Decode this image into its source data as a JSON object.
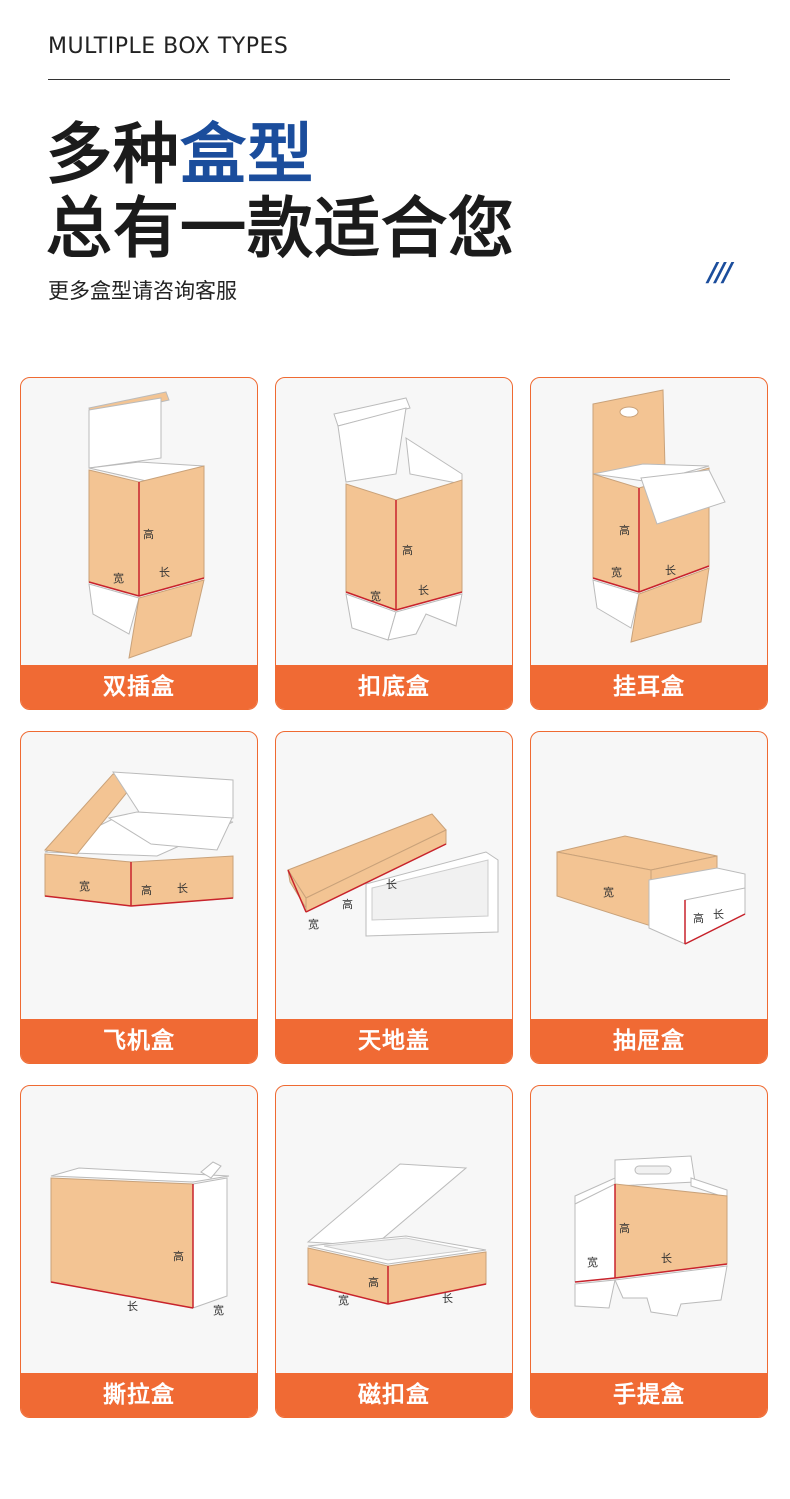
{
  "header": {
    "kicker": "MULTIPLE BOX TYPES",
    "headline_line1_part1": "多种",
    "headline_line1_accent": "盒型",
    "headline_line2": "总有一款适合您",
    "subline": "更多盒型请咨询客服",
    "decor": "///"
  },
  "dimension_labels": {
    "height": "高",
    "width": "宽",
    "length": "长"
  },
  "boxes": [
    {
      "label": "双插盒"
    },
    {
      "label": "扣底盒"
    },
    {
      "label": "挂耳盒"
    },
    {
      "label": "飞机盒"
    },
    {
      "label": "天地盖"
    },
    {
      "label": "抽屉盒"
    },
    {
      "label": "撕拉盒"
    },
    {
      "label": "磁扣盒"
    },
    {
      "label": "手提盒"
    }
  ],
  "colors": {
    "accent_orange": "#f06a34",
    "accent_blue": "#1b4d9c",
    "kraft": "#f3c493",
    "edge_red": "#c8232c"
  }
}
